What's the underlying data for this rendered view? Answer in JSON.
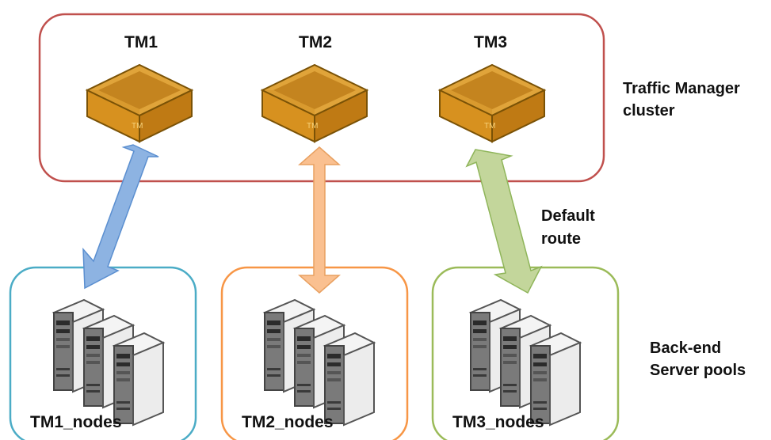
{
  "cluster": {
    "label_line1": "Traffic Manager",
    "label_line2": "cluster",
    "border_color": "#c0504d",
    "nodes": [
      {
        "title": "TM1",
        "icon": "traffic-manager-box-icon",
        "mark": "TM"
      },
      {
        "title": "TM2",
        "icon": "traffic-manager-box-icon",
        "mark": "TM"
      },
      {
        "title": "TM3",
        "icon": "traffic-manager-box-icon",
        "mark": "TM"
      }
    ]
  },
  "route_label": {
    "line1": "Default",
    "line2": "route"
  },
  "pools": {
    "label_line1": "Back-end",
    "label_line2": "Server pools",
    "items": [
      {
        "name": "TM1_nodes",
        "border_color": "#4bacc6",
        "arrow_color": "#8db3e2",
        "icon": "server-stack-icon"
      },
      {
        "name": "TM2_nodes",
        "border_color": "#f79646",
        "arrow_color": "#fac090",
        "icon": "server-stack-icon"
      },
      {
        "name": "TM3_nodes",
        "border_color": "#9bbb59",
        "arrow_color": "#c3d69b",
        "icon": "server-stack-icon"
      }
    ]
  }
}
